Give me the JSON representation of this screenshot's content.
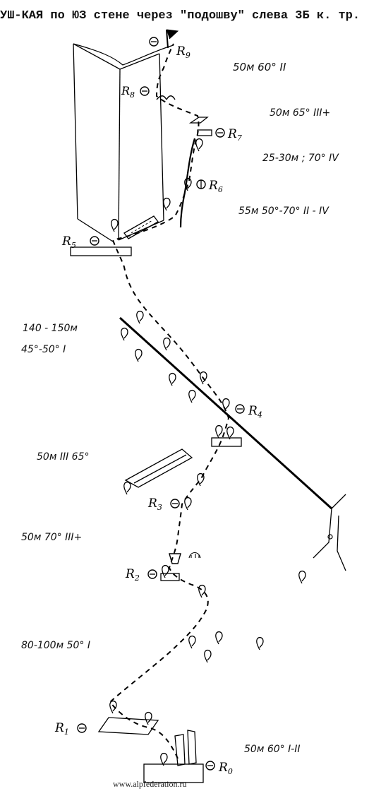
{
  "header": {
    "title": "УШ-КАЯ  по ЮЗ стене  через \"подошву\" слева   3Б к. тр."
  },
  "stations": [
    {
      "id": "R9",
      "label": "R",
      "sub": "9"
    },
    {
      "id": "R8",
      "label": "R",
      "sub": "8"
    },
    {
      "id": "R7",
      "label": "R",
      "sub": "7"
    },
    {
      "id": "R6",
      "label": "R",
      "sub": "6"
    },
    {
      "id": "R5",
      "label": "R",
      "sub": "5"
    },
    {
      "id": "R4",
      "label": "R",
      "sub": "4"
    },
    {
      "id": "R3",
      "label": "R",
      "sub": "3"
    },
    {
      "id": "R2",
      "label": "R",
      "sub": "2"
    },
    {
      "id": "R1",
      "label": "R",
      "sub": "1"
    },
    {
      "id": "R0",
      "label": "R",
      "sub": "0"
    }
  ],
  "pitches": [
    {
      "id": "R8-R9",
      "text": "50м 60° II"
    },
    {
      "id": "R7-R8",
      "text": "50м 65° III+"
    },
    {
      "id": "R6-R7",
      "text": "25-30м ; 70° IV"
    },
    {
      "id": "R5-R6",
      "text": "55м  50°-70° II - IV"
    },
    {
      "id": "R4-R5-a",
      "text": "140 - 150м"
    },
    {
      "id": "R4-R5-b",
      "text": "45°-50° I"
    },
    {
      "id": "R3-R4",
      "text": "50м  III  65°"
    },
    {
      "id": "R2-R3",
      "text": "50м  70°  III+"
    },
    {
      "id": "R1-R2",
      "text": "80-100м  50° I"
    },
    {
      "id": "R0-R1",
      "text": "50м 60°  I-II"
    }
  ],
  "footer": {
    "text": "www.alpfederation.ru"
  }
}
